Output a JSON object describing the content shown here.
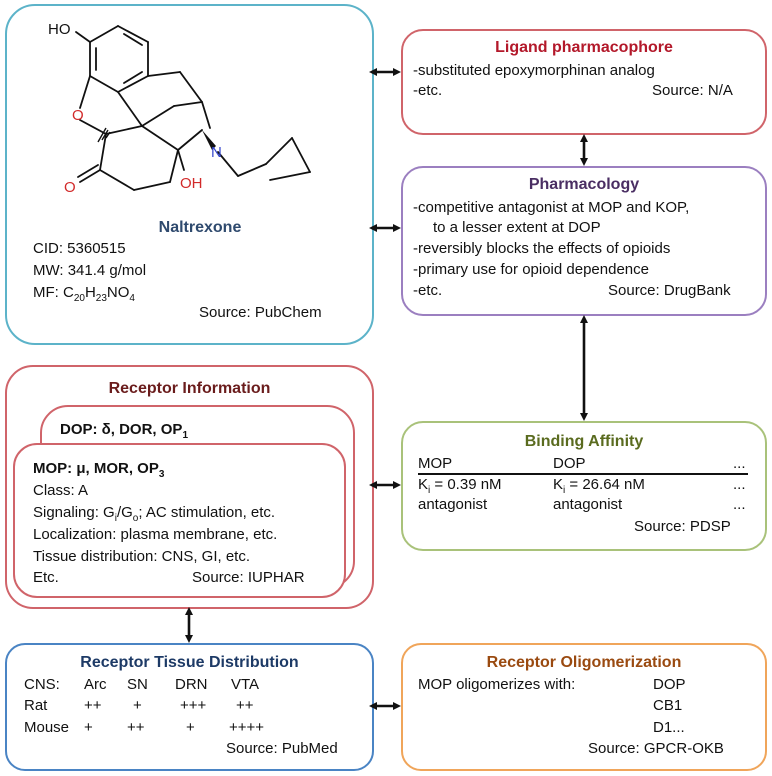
{
  "colors": {
    "teal": "#5cb3c9",
    "red": "#d0646a",
    "purple": "#9b7fc0",
    "green": "#a9c27a",
    "blue": "#4a84c4",
    "orange": "#f0a55a",
    "ligand_title": "#b3182a",
    "pharm_title": "#4a2e63",
    "binding_title": "#5a6b1f",
    "receptor_title": "#6a1c1c",
    "tissue_title": "#1d3a66",
    "oligo_title": "#9a4a10",
    "naltrexone_title": "#2f4a6e"
  },
  "naltrexone": {
    "name": "Naltrexone",
    "cid": "CID: 5360515",
    "mw": "MW: 341.4 g/mol",
    "mf_prefix": "MF: C",
    "mf_c": "20",
    "mf_h": "H",
    "mf_hn": "23",
    "mf_no": "NO",
    "mf_o": "4",
    "source": "Source: PubChem",
    "atoms": {
      "ho": "HO",
      "o_ring": "O",
      "n": "N",
      "oh": "OH",
      "o_keto": "O"
    }
  },
  "ligand": {
    "title": "Ligand pharmacophore",
    "line1": "-substituted epoxymorphinan analog",
    "line2": "-etc.",
    "source": "Source: N/A"
  },
  "pharmacology": {
    "title": "Pharmacology",
    "lines": [
      "-competitive antagonist at MOP and KOP,",
      "to a lesser extent at DOP",
      "-reversibly blocks the effects of opioids",
      "-primary use for opioid dependence",
      "-etc."
    ],
    "source": "Source: DrugBank"
  },
  "receptor_info": {
    "title": "Receptor Information",
    "dop_label": "DOP: δ, DOR, OP",
    "dop_sub": "1",
    "mop_label": "MOP: μ, MOR, OP",
    "mop_sub": "3",
    "class": "Class: A",
    "signaling_prefix": "Signaling: G",
    "signaling_i": "i",
    "signaling_slash": "/G",
    "signaling_o": "o",
    "signaling_rest": ";  AC stimulation, etc.",
    "localization": "Localization: plasma membrane, etc.",
    "tissue": "Tissue distribution: CNS, GI, etc.",
    "etc": "Etc.",
    "source": "Source: IUPHAR"
  },
  "binding": {
    "title": "Binding Affinity",
    "headers": [
      "MOP",
      "DOP",
      "..."
    ],
    "k1_prefix": "K",
    "k1_sub": "i",
    "k1_val": " = 0.39 nM",
    "k2_prefix": "K",
    "k2_sub": "i",
    "k2_val": " = 26.64 nM",
    "row1_more": "...",
    "row2": [
      "antagonist",
      "antagonist",
      "..."
    ],
    "source": "Source: PDSP"
  },
  "tissue_dist": {
    "title": "Receptor Tissue Distribution",
    "header": [
      "CNS:",
      "Arc",
      "SN",
      "DRN",
      "VTA"
    ],
    "rat": [
      "Rat",
      "++",
      "+",
      "+++",
      "++"
    ],
    "mouse": [
      "Mouse",
      "+",
      "++",
      "+",
      "++++"
    ],
    "source": "Source: PubMed"
  },
  "oligo": {
    "title": "Receptor Oligomerization",
    "label": "MOP oligomerizes with:",
    "partners": [
      "DOP",
      "CB1",
      "D1..."
    ],
    "source": "Source: GPCR-OKB"
  }
}
